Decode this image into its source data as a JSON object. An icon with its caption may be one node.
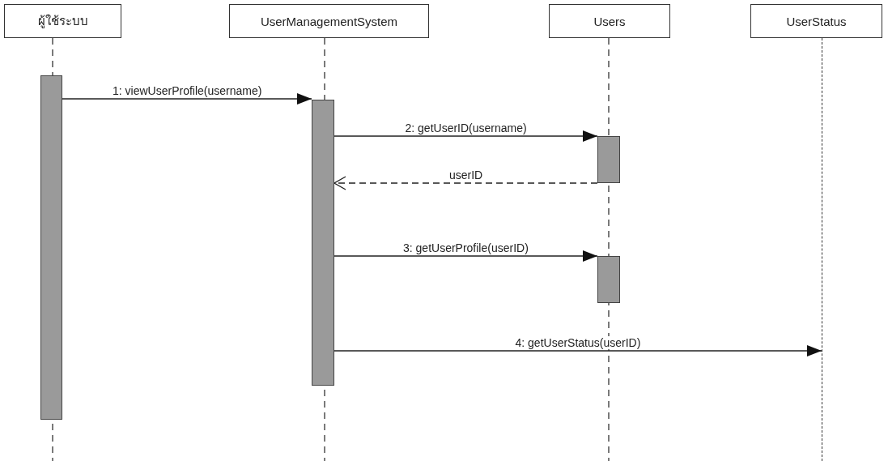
{
  "diagram": {
    "nodes": [
      {
        "text": [
          "ผู้ใช้ระบบ"
        ]
      },
      {
        "text": [
          "UserManagementSystem"
        ]
      },
      {
        "text": [
          "Users"
        ]
      },
      {
        "text": [
          "UserStatus"
        ]
      },
      {
        "text": [],
        "shape": "bar"
      },
      {
        "text": [],
        "shape": "bar"
      },
      {
        "text": [],
        "shape": "bar"
      },
      {
        "text": [],
        "shape": "bar"
      },
      {
        "text": [],
        "shape": "line"
      }
    ],
    "edges": [
      {
        "from": 4,
        "to": 5,
        "arrow": "to",
        "label": "1: viewUserProfile(username)"
      },
      {
        "from": 5,
        "to": 6,
        "arrow": "to",
        "label": "2: getUserID(username)"
      },
      {
        "from": 6,
        "to": 5,
        "arrow": "to",
        "label": "userID",
        "style": "dashed"
      },
      {
        "from": 5,
        "to": 7,
        "arrow": "to",
        "label": "3: getUserProfile(userID)"
      },
      {
        "from": 5,
        "to": 8,
        "arrow": "to",
        "label": "4: getUserStatus(userID)"
      }
    ]
  }
}
